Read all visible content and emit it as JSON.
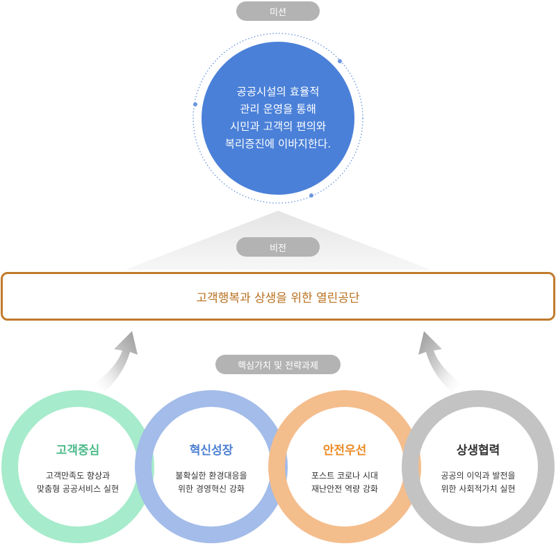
{
  "mission": {
    "label": "미션",
    "text": "공공시설의 효율적\n관리 운영을 통해\n시민과 고객의 편의와\n복리증진에 이바지한다."
  },
  "vision": {
    "label": "비전",
    "text": "고객행복과 상생을 위한 열린공단"
  },
  "core_values": {
    "label": "핵심가치 및 전략과제",
    "items": [
      {
        "title": "고객중심",
        "desc": "고객만족도 향상과\n맞춤형 공공서비스 실현",
        "color": "#4cbb8a"
      },
      {
        "title": "혁신성장",
        "desc": "불확실한 환경대응을\n위한 경영혁신 강화",
        "color": "#4b7fd0"
      },
      {
        "title": "안전우선",
        "desc": "포스트 코로나 시대\n재난안전 역량 강화",
        "color": "#ea8a23"
      },
      {
        "title": "상생협력",
        "desc": "공공의 이익과 발전을\n위한 사회적가치 실현",
        "color": "#333333"
      }
    ]
  },
  "colors": {
    "mission_circle": "#4a80d8",
    "vision_border": "#c07a2c",
    "ring_green": "#a6ebcb",
    "ring_blue": "#a3bce9",
    "ring_orange": "#f4bd8c",
    "ring_gray": "#c3c3c3"
  }
}
